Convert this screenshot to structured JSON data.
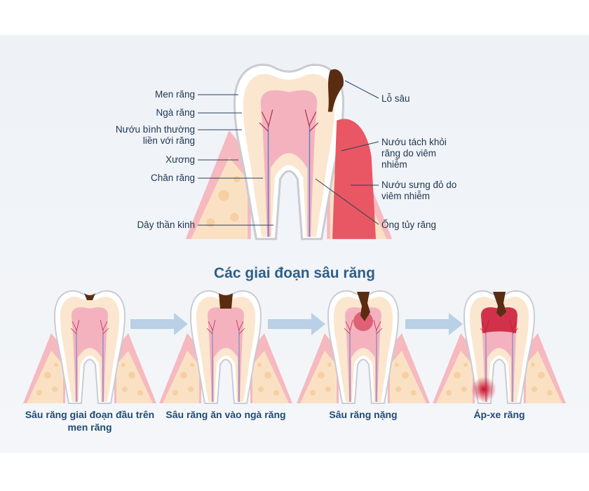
{
  "anatomy_labels": {
    "enamel": "Men răng",
    "dentin": "Ngà răng",
    "healthy_gum": "Nướu bình thường liền với răng",
    "bone": "Xương",
    "root": "Chân răng",
    "nerve": "Dây thần kinh",
    "cavity": "Lỗ sâu",
    "receding_gum": "Nướu tách khỏi răng do viêm nhiễm",
    "swollen_gum": "Nướu sưng đỏ do viêm nhiễm",
    "root_canal": "Ống tủy răng"
  },
  "stages_title": "Các giai đoạn sâu răng",
  "stages": [
    {
      "caption": "Sâu răng giai đoạn đầu trên men răng"
    },
    {
      "caption": "Sâu răng ăn vào ngà răng"
    },
    {
      "caption": "Sâu răng nặng"
    },
    {
      "caption": "Áp-xe răng"
    }
  ],
  "colors": {
    "title": "#2d5f8a",
    "gum": "#f2a3ab",
    "bone": "#fbe3c8",
    "pulp": "#f0a0b0",
    "decay": "#5a2d12"
  }
}
